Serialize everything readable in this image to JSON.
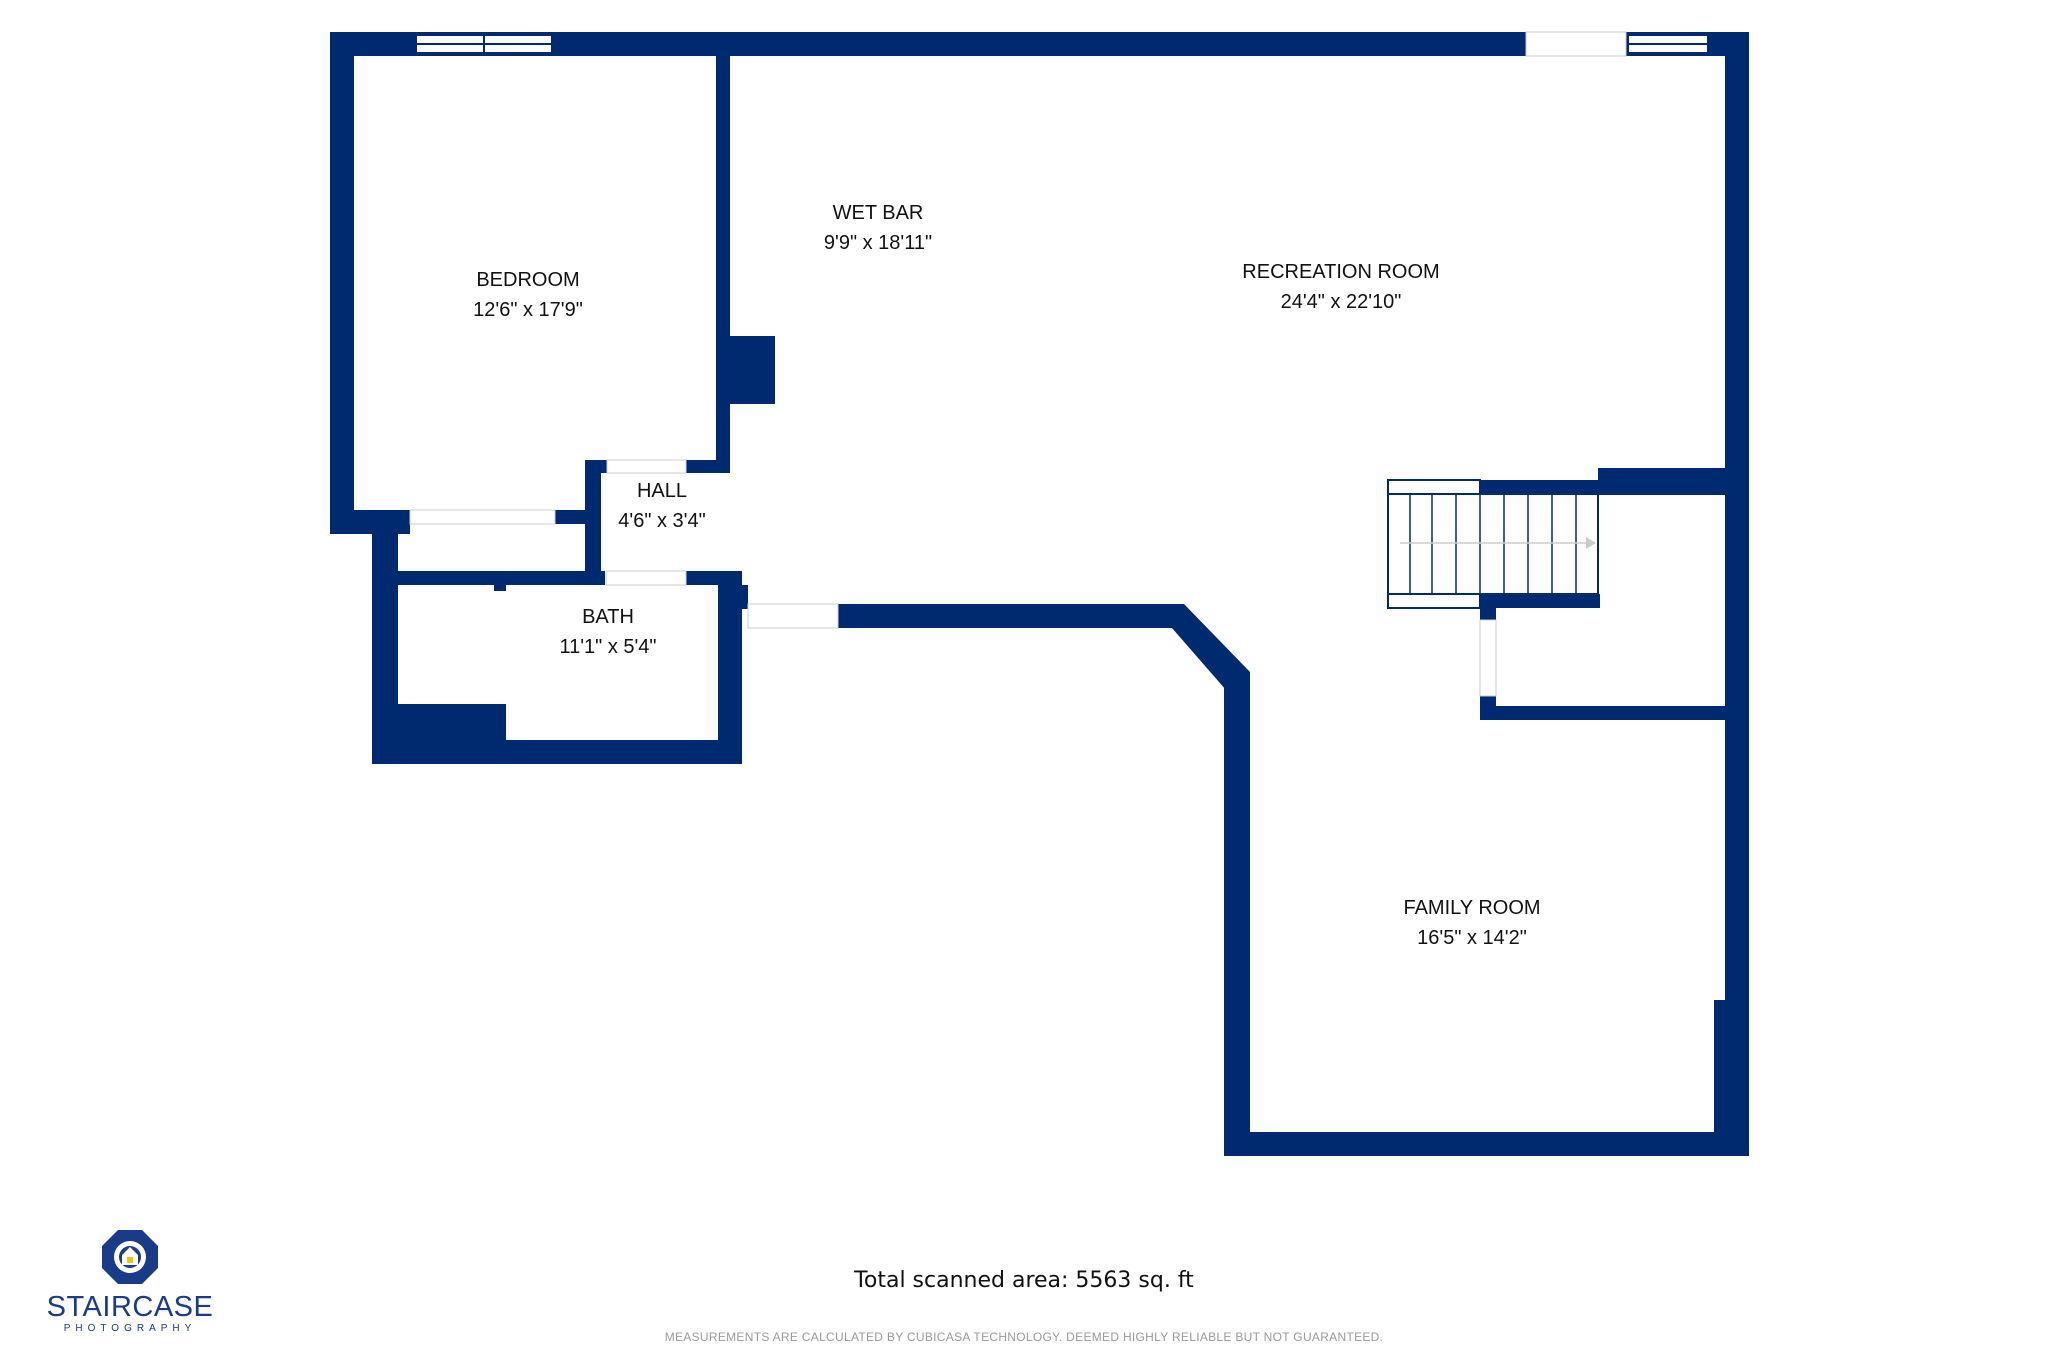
{
  "colors": {
    "wall": "#002a70",
    "text": "#111111",
    "muted": "#9a9a9a",
    "brand": "#1a3a8a",
    "accent": "#f5c400"
  },
  "rooms": [
    {
      "name": "BEDROOM",
      "dims": "12'6\" x 17'9\""
    },
    {
      "name": "WET BAR",
      "dims": "9'9\" x 18'11\""
    },
    {
      "name": "RECREATION ROOM",
      "dims": "24'4\" x 22'10\""
    },
    {
      "name": "HALL",
      "dims": "4'6\" x 3'4\""
    },
    {
      "name": "BATH",
      "dims": "11'1\" x 5'4\""
    },
    {
      "name": "FAMILY ROOM",
      "dims": "16'5\" x 14'2\""
    }
  ],
  "total_area": "Total scanned area: 5563 sq. ft",
  "disclaimer": "MEASUREMENTS ARE CALCULATED BY CUBICASA TECHNOLOGY. DEEMED HIGHLY RELIABLE BUT NOT GUARANTEED.",
  "logo": {
    "name": "STAIRCASE",
    "sub": "PHOTOGRAPHY",
    "icon": "house-camera-icon"
  }
}
